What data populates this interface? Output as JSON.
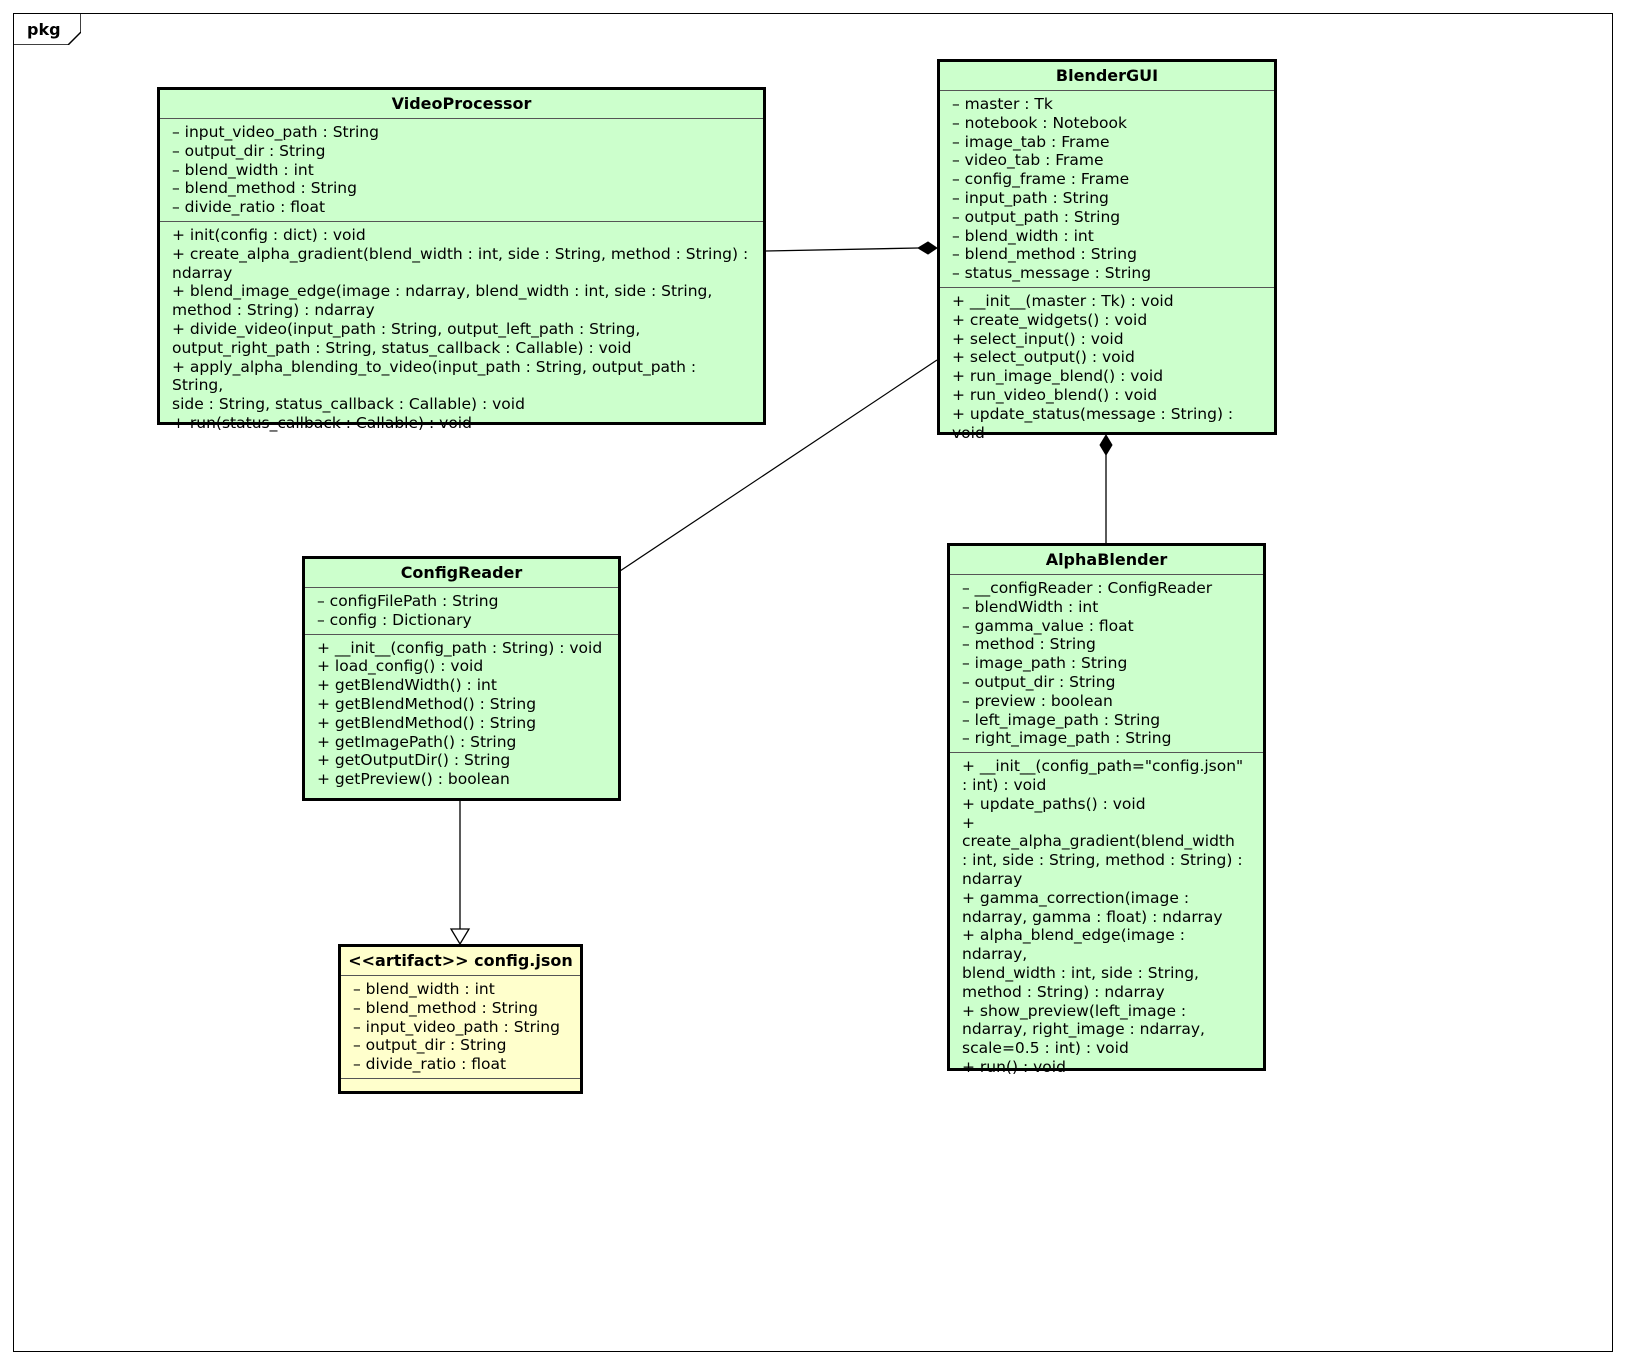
{
  "package": {
    "label": "pkg"
  },
  "classes": {
    "video_processor": {
      "name": "VideoProcessor",
      "attributes": [
        "– input_video_path : String",
        "– output_dir : String",
        "– blend_width : int",
        "– blend_method : String",
        "– divide_ratio : float"
      ],
      "operations": [
        "+ init(config : dict) : void",
        "+ create_alpha_gradient(blend_width : int, side : String, method : String) :",
        "ndarray",
        "+ blend_image_edge(image : ndarray, blend_width : int, side : String,",
        "method : String) : ndarray",
        "+ divide_video(input_path : String, output_left_path : String,",
        "output_right_path : String, status_callback : Callable) : void",
        "+ apply_alpha_blending_to_video(input_path : String, output_path : String,",
        "side : String, status_callback : Callable) : void",
        "+ run(status_callback : Callable) : void"
      ]
    },
    "blender_gui": {
      "name": "BlenderGUI",
      "attributes": [
        "– master : Tk",
        "– notebook : Notebook",
        "– image_tab : Frame",
        "– video_tab : Frame",
        "– config_frame : Frame",
        "– input_path : String",
        "– output_path : String",
        "– blend_width : int",
        "– blend_method : String",
        "– status_message : String"
      ],
      "operations": [
        "+ __init__(master : Tk) : void",
        "+ create_widgets() : void",
        "+ select_input() : void",
        "+ select_output() : void",
        "+ run_image_blend() : void",
        "+ run_video_blend() : void",
        "+ update_status(message : String) : void"
      ]
    },
    "config_reader": {
      "name": "ConfigReader",
      "attributes": [
        "– configFilePath : String",
        "– config : Dictionary"
      ],
      "operations": [
        "+ __init__(config_path : String) : void",
        "+ load_config() : void",
        "+ getBlendWidth() : int",
        "+ getBlendMethod() : String",
        "+ getBlendMethod() : String",
        "+ getImagePath() : String",
        "+ getOutputDir() : String",
        "+ getPreview() : boolean"
      ]
    },
    "config_json": {
      "name": "<<artifact>> config.json",
      "attributes": [
        "– blend_width : int",
        "– blend_method : String",
        "– input_video_path : String",
        "– output_dir : String",
        "– divide_ratio : float"
      ],
      "operations": []
    },
    "alpha_blender": {
      "name": "AlphaBlender",
      "attributes": [
        "– __configReader : ConfigReader",
        "– blendWidth : int",
        "– gamma_value : float",
        "– method : String",
        "– image_path : String",
        "– output_dir : String",
        "– preview : boolean",
        "– left_image_path : String",
        "– right_image_path : String"
      ],
      "operations": [
        "+ __init__(config_path=\"config.json\"",
        ": int) : void",
        "+ update_paths() : void",
        "+ create_alpha_gradient(blend_width",
        ": int, side : String, method : String) :",
        "ndarray",
        "+ gamma_correction(image :",
        "ndarray, gamma : float) : ndarray",
        "+ alpha_blend_edge(image : ndarray,",
        "blend_width : int, side : String,",
        "method : String) : ndarray",
        "+ show_preview(left_image :",
        "ndarray, right_image : ndarray,",
        "scale=0.5 : int) : void",
        "+ run() : void"
      ]
    }
  },
  "relationships": [
    {
      "type": "composition",
      "from": "BlenderGUI",
      "to": "VideoProcessor"
    },
    {
      "type": "composition",
      "from": "BlenderGUI",
      "to": "AlphaBlender"
    },
    {
      "type": "association",
      "from": "BlenderGUI",
      "to": "ConfigReader"
    },
    {
      "type": "generalization",
      "from": "ConfigReader",
      "to": "config.json"
    }
  ],
  "colors": {
    "class_fill": "#ccffcc",
    "artifact_fill": "#ffffcc",
    "border": "#000000"
  }
}
